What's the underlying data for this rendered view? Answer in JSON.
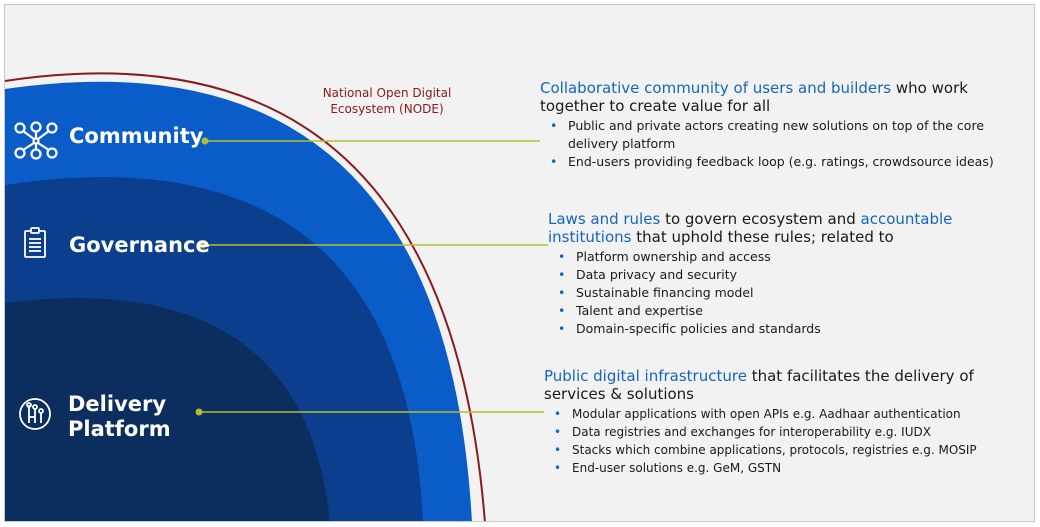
{
  "ecosystem_label": "National Open Digital Ecosystem (NODE)",
  "layers": [
    {
      "name": "Community",
      "icon": "network-nodes-icon"
    },
    {
      "name": "Governance",
      "icon": "clipboard-icon"
    },
    {
      "name": "Delivery Platform",
      "name_lines": [
        "Delivery",
        "Platform"
      ],
      "icon": "circuit-chip-icon"
    }
  ],
  "descriptions": {
    "community": {
      "highlight": "Collaborative community of users and builders",
      "rest": "who work together to create value for all",
      "bullets": [
        "Public and private actors creating new solutions on top of the core delivery platform",
        "End-users providing feedback loop (e.g. ratings, crowdsource ideas)"
      ]
    },
    "governance": {
      "highlight_1": "Laws and rules",
      "middle": "to govern ecosystem and",
      "highlight_2": "accountable institutions",
      "rest": "that uphold these rules; related to",
      "bullets": [
        "Platform ownership and access",
        "Data privacy and security",
        "Sustainable financing model",
        "Talent and expertise",
        "Domain-specific policies and standards"
      ]
    },
    "platform": {
      "highlight": "Public digital infrastructure",
      "rest": "that facilitates the delivery of services & solutions",
      "bullets": [
        "Modular applications with open APIs e.g. Aadhaar authentication",
        "Data registries and exchanges for interoperability e.g. IUDX",
        "Stacks which combine applications, protocols, registries e.g. MOSIP",
        "End-user solutions e.g. GeM, GSTN"
      ]
    }
  },
  "colors": {
    "background": "#f2f2f2",
    "ring_outer": "#0a5cc9",
    "ring_middle": "#0b3f8e",
    "ring_inner": "#0c2e5e",
    "node_border": "#8b1a1a",
    "connector": "#b5be2c",
    "highlight_text": "#1565c0",
    "bullet": "#1565c0"
  }
}
